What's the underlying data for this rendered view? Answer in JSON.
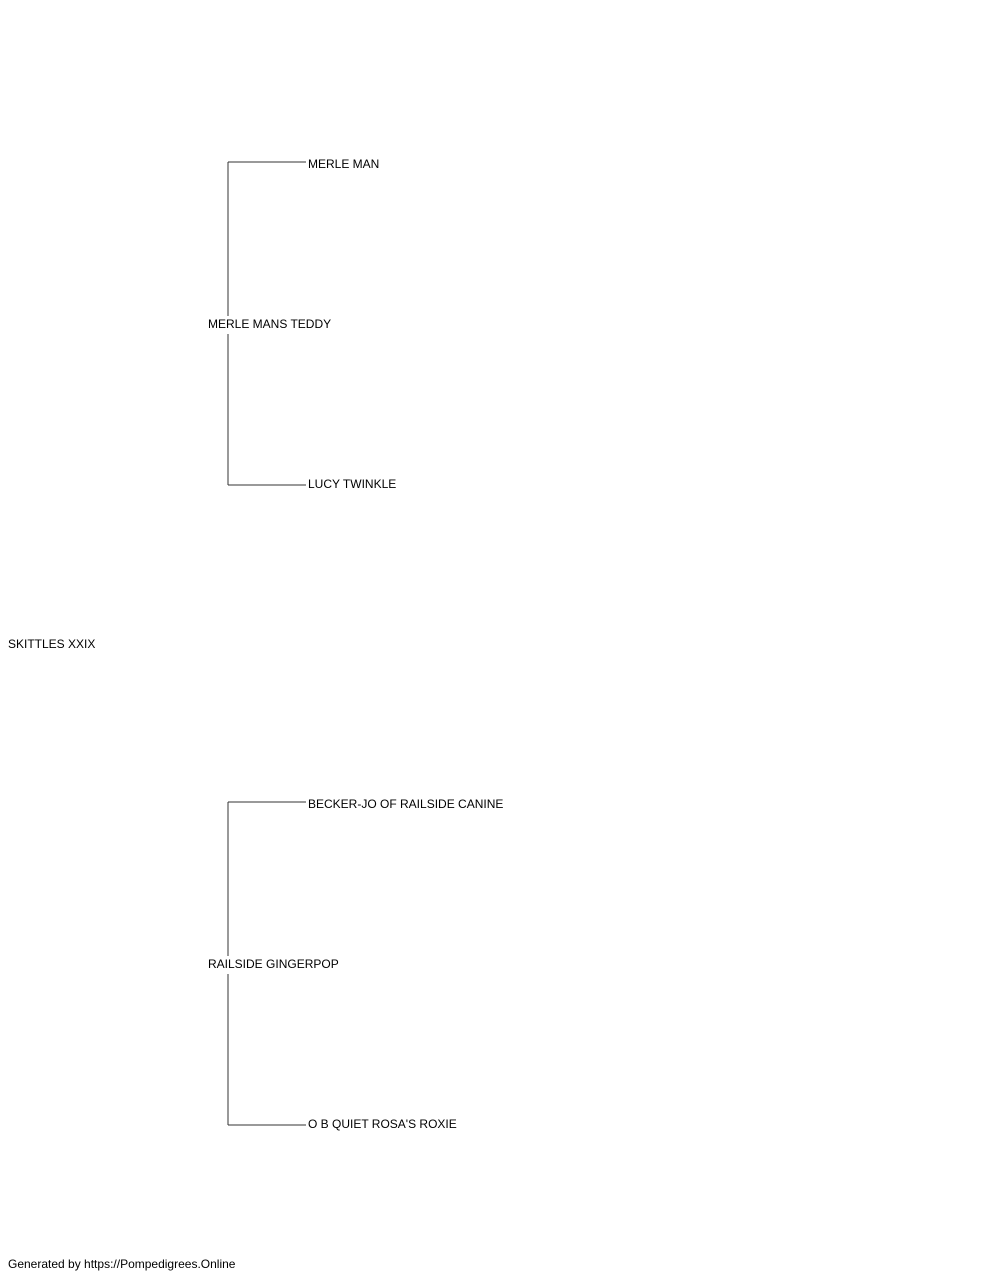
{
  "pedigree": {
    "subject": "SKITTLES XXIX",
    "sire": {
      "name": "MERLE MANS TEDDY",
      "sire": "MERLE MAN",
      "dam": "LUCY TWINKLE"
    },
    "dam": {
      "name": "RAILSIDE GINGERPOP",
      "sire": "BECKER-JO OF RAILSIDE CANINE",
      "dam": "O B QUIET ROSA'S ROXIE"
    }
  },
  "footer": {
    "text": "Generated by https://Pompedigrees.Online"
  },
  "colors": {
    "line": "#333333",
    "text": "#000000",
    "background": "#ffffff"
  }
}
